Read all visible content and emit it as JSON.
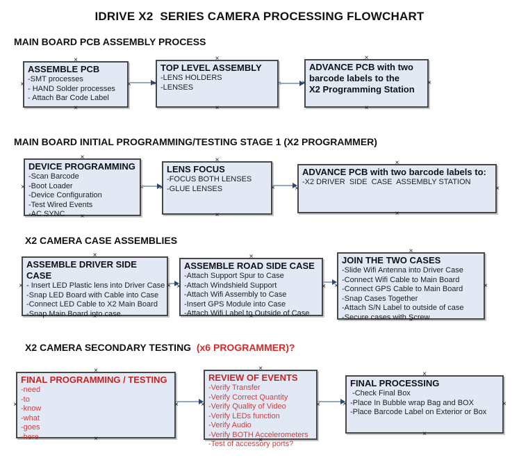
{
  "title": "IDRIVE X2  SERIES CAMERA PROCESSING FLOWCHART",
  "colors": {
    "box_fill": "#e2e9f4",
    "box_border": "#474747",
    "arrow_line": "#94a7c7",
    "arrow_head": "#2b4a73",
    "red_heading": "#d42a2a",
    "red_box_text": "#c42323"
  },
  "sections": [
    {
      "heading": "MAIN BOARD PCB ASSEMBLY PROCESS",
      "boxes": [
        {
          "title": "ASSEMBLE PCB",
          "items": [
            "-SMT processes",
            "- HAND Solder processes",
            "- Attach Bar Code Label"
          ]
        },
        {
          "title": "TOP LEVEL ASSEMBLY",
          "items": [
            "-LENS HOLDERS",
            "-LENSES"
          ]
        },
        {
          "title": "ADVANCE PCB with two\nbarcode labels to the\n X2 Programming Station",
          "items": []
        }
      ]
    },
    {
      "heading": "MAIN BOARD INITIAL PROGRAMMING/TESTING STAGE 1 (X2 PROGRAMMER)",
      "boxes": [
        {
          "title": "DEVICE PROGRAMMING",
          "items": [
            "-Scan Barcode",
            "-Boot Loader",
            "-Device Configuration",
            "-Test Wired Events",
            "-AC SYNC"
          ]
        },
        {
          "title": "LENS FOCUS",
          "items": [
            "-FOCUS BOTH LENSES",
            "-GLUE LENSES"
          ]
        },
        {
          "title": "ADVANCE PCB with two barcode labels to:",
          "items": [
            "-X2 DRIVER  SIDE  CASE  ASSEMBLY STATION"
          ]
        }
      ]
    },
    {
      "heading": "X2 CAMERA CASE ASSEMBLIES",
      "boxes": [
        {
          "title": "ASSEMBLE DRIVER SIDE CASE",
          "items": [
            "- Insert LED Plastic lens into Driver Case",
            "-Snap LED Board with Cable into Case",
            "-Connect LED Cable to X2 Main Board",
            "-Snap Main Board into case"
          ]
        },
        {
          "title": "ASSEMBLE ROAD SIDE CASE",
          "items": [
            "-Attach Support Spur to Case",
            "-Attach Windshield Support",
            "-Attach Wifi Assembly to Case",
            "-Insert GPS Module into Case",
            "-Attach Wifi Label to Outside of Case"
          ]
        },
        {
          "title": "JOIN THE TWO CASES",
          "items": [
            "-Slide Wifi Antenna into Driver Case",
            "-Connect Wifi Cable to Main Board",
            "-Connect GPS Cable to Main Board",
            "-Snap Cases Together",
            "-Attach S/N Label to outside of case",
            "-Secure cases with Screw"
          ]
        }
      ]
    },
    {
      "heading": "X2 CAMERA SECONDARY TESTING ",
      "heading_red": " (x6 PROGRAMMER)?",
      "boxes": [
        {
          "title": "FINAL PROGRAMMING / TESTING",
          "items": [
            "-need",
            "-to",
            "-know",
            "-what",
            "-goes",
            "-here"
          ]
        },
        {
          "title": "REVIEW OF EVENTS",
          "items": [
            "-Verify Transfer",
            "-Verify Correct Quantity",
            "-Verify Quality of Video",
            "-Verify LEDs function",
            "-Verify Audio",
            "-Verify BOTH Accelerometers",
            "-Test of accessory ports?"
          ]
        },
        {
          "title": "FINAL PROCESSING",
          "items": [
            " -Check Final Box",
            "-Place In Bubble wrap Bag and BOX",
            "-Place Barcode Label on Exterior or Box"
          ]
        }
      ]
    }
  ]
}
